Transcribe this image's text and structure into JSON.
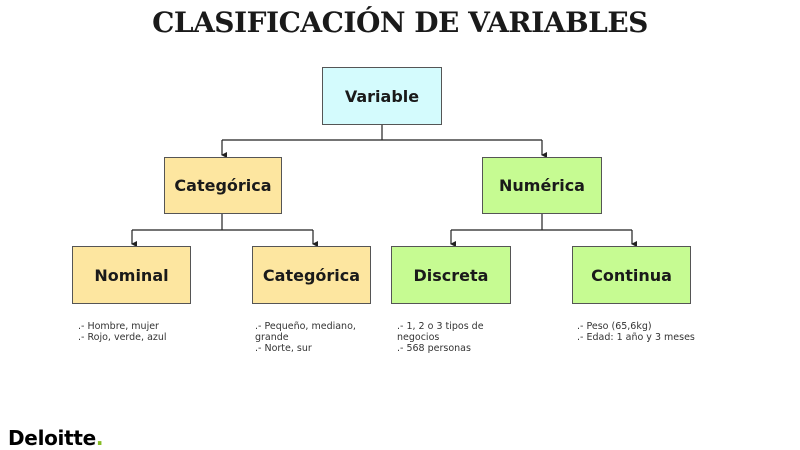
{
  "title": "CLASIFICACIÓN DE VARIABLES",
  "colors": {
    "root_fill": "#d4fbfd",
    "categorical_fill": "#fde6a0",
    "numeric_fill": "#c6fb92",
    "border": "#555555",
    "logo_dot": "#86bc25"
  },
  "nodes": {
    "root": "Variable",
    "categorical": "Categórica",
    "numeric": "Numérica",
    "nominal": "Nominal",
    "categorical_ordinal": "Categórica",
    "discrete": "Discreta",
    "continuous": "Continua"
  },
  "notes": {
    "nominal": [
      ".- Hombre, mujer",
      ".- Rojo, verde, azul"
    ],
    "categorical_ordinal": [
      ".- Pequeño, mediano, grande",
      ".- Norte, sur"
    ],
    "discrete": [
      ".- 1, 2 o 3 tipos de negocios",
      ".- 568 personas"
    ],
    "continuous": [
      ".- Peso (65,6kg)",
      ".-  Edad: 1 año y 3 meses"
    ]
  },
  "logo": {
    "text": "Deloitte",
    "dot": "."
  }
}
